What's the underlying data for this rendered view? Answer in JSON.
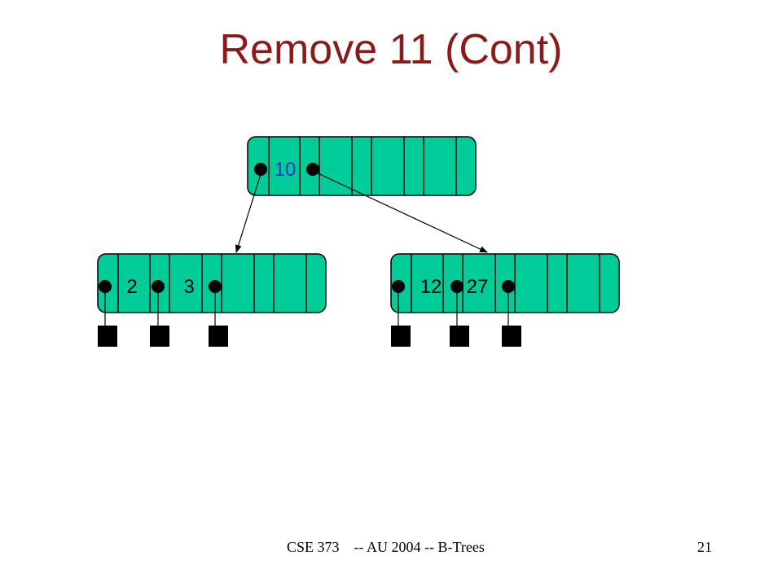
{
  "slide": {
    "title": "Remove 11 (Cont)",
    "footer_left": "CSE 373    -- AU 2004 -- B-Trees",
    "page_number": "21"
  },
  "colors": {
    "node_fill": "#00cc99",
    "title": "#8b1a1a",
    "root_key": "#3333cc",
    "leaf_key": "#000000"
  },
  "tree": {
    "root": {
      "keys": [
        "10"
      ]
    },
    "leaves": [
      {
        "keys": [
          "2",
          "3"
        ]
      },
      {
        "keys": [
          "12",
          "27"
        ]
      }
    ]
  }
}
